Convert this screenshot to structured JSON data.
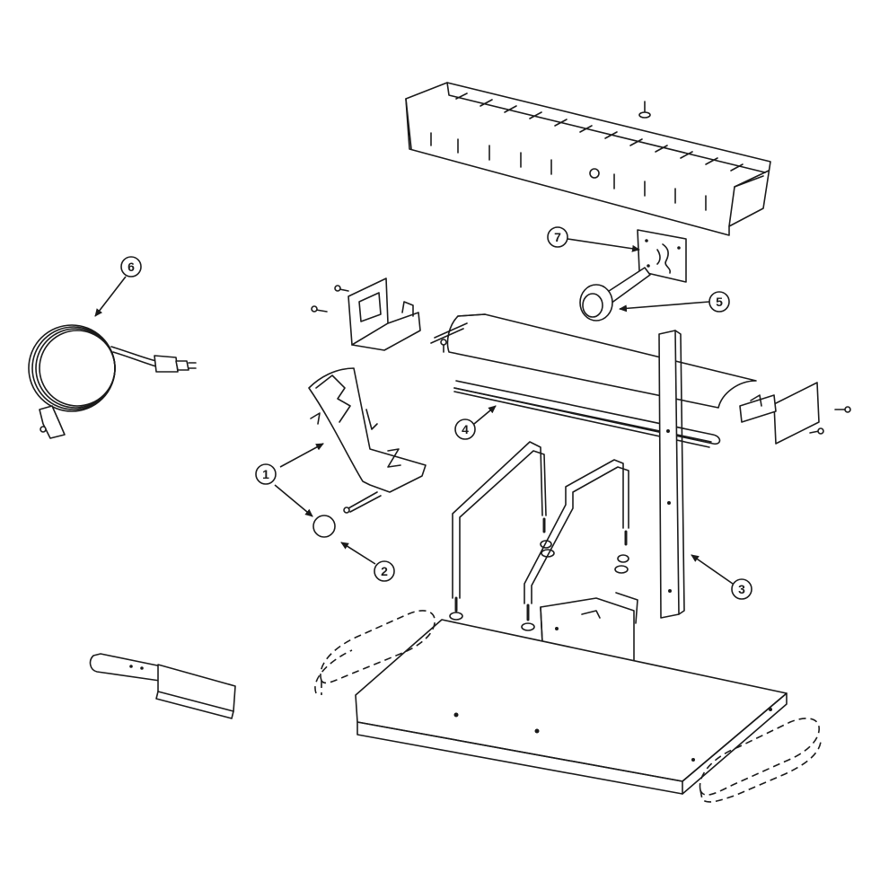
{
  "colors": {
    "line": "#1a1a1a",
    "background": "#ffffff"
  },
  "callouts": [
    {
      "id": "c1",
      "label": "1"
    },
    {
      "id": "c2",
      "label": "2"
    },
    {
      "id": "c3",
      "label": "3"
    },
    {
      "id": "c4",
      "label": "4"
    },
    {
      "id": "c5",
      "label": "5"
    },
    {
      "id": "c6",
      "label": "6"
    },
    {
      "id": "c7",
      "label": "7"
    }
  ]
}
